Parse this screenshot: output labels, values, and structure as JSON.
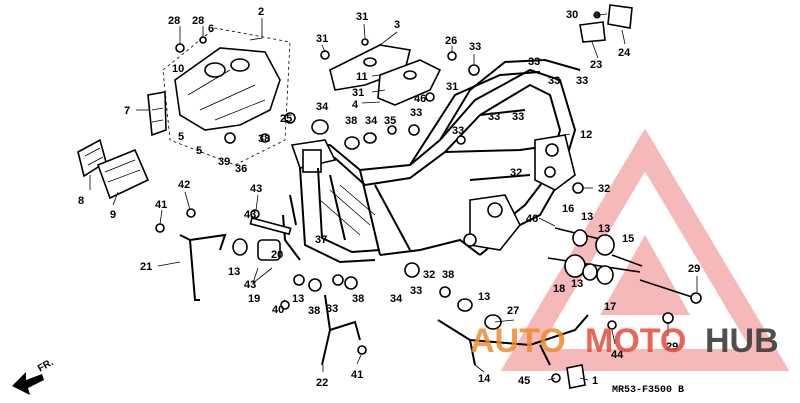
{
  "diagram": {
    "code": "MR53-F3500 B",
    "direction_label": "FR.",
    "callouts": [
      {
        "id": "c28a",
        "text": "28"
      },
      {
        "id": "c28b",
        "text": "28"
      },
      {
        "id": "c6",
        "text": "6"
      },
      {
        "id": "c10",
        "text": "10"
      },
      {
        "id": "c2",
        "text": "2"
      },
      {
        "id": "c7",
        "text": "7"
      },
      {
        "id": "c5a",
        "text": "5"
      },
      {
        "id": "c5b",
        "text": "5"
      },
      {
        "id": "c39",
        "text": "39"
      },
      {
        "id": "c36",
        "text": "36"
      },
      {
        "id": "c38a",
        "text": "38"
      },
      {
        "id": "c25",
        "text": "25"
      },
      {
        "id": "c31a",
        "text": "31"
      },
      {
        "id": "c3",
        "text": "3"
      },
      {
        "id": "c31b",
        "text": "31"
      },
      {
        "id": "c11",
        "text": "11"
      },
      {
        "id": "c31c",
        "text": "31"
      },
      {
        "id": "c4",
        "text": "4"
      },
      {
        "id": "c26",
        "text": "26"
      },
      {
        "id": "c33a",
        "text": "33"
      },
      {
        "id": "c46a",
        "text": "46"
      },
      {
        "id": "c31d",
        "text": "31"
      },
      {
        "id": "c34a",
        "text": "34"
      },
      {
        "id": "c38b",
        "text": "38"
      },
      {
        "id": "c34b",
        "text": "34"
      },
      {
        "id": "c35",
        "text": "35"
      },
      {
        "id": "c33b",
        "text": "33"
      },
      {
        "id": "c33c",
        "text": "33"
      },
      {
        "id": "c33d",
        "text": "33"
      },
      {
        "id": "c33e",
        "text": "33"
      },
      {
        "id": "c33f",
        "text": "33"
      },
      {
        "id": "c33g",
        "text": "33"
      },
      {
        "id": "c30",
        "text": "30"
      },
      {
        "id": "c24",
        "text": "24"
      },
      {
        "id": "c23",
        "text": "23"
      },
      {
        "id": "c33h",
        "text": "33"
      },
      {
        "id": "c12",
        "text": "12"
      },
      {
        "id": "c8",
        "text": "8"
      },
      {
        "id": "c9",
        "text": "9"
      },
      {
        "id": "c42",
        "text": "42"
      },
      {
        "id": "c41a",
        "text": "41"
      },
      {
        "id": "c43a",
        "text": "43"
      },
      {
        "id": "c43b",
        "text": "43"
      },
      {
        "id": "c37",
        "text": "37"
      },
      {
        "id": "c32a",
        "text": "32"
      },
      {
        "id": "c32b",
        "text": "32"
      },
      {
        "id": "c46b",
        "text": "46"
      },
      {
        "id": "c16",
        "text": "16"
      },
      {
        "id": "c13a",
        "text": "13"
      },
      {
        "id": "c13b",
        "text": "13"
      },
      {
        "id": "c15",
        "text": "15"
      },
      {
        "id": "c21",
        "text": "21"
      },
      {
        "id": "c13c",
        "text": "13"
      },
      {
        "id": "c20",
        "text": "20"
      },
      {
        "id": "c43c",
        "text": "43"
      },
      {
        "id": "c19",
        "text": "19"
      },
      {
        "id": "c13d",
        "text": "13"
      },
      {
        "id": "c38c",
        "text": "38"
      },
      {
        "id": "c33i",
        "text": "33"
      },
      {
        "id": "c38d",
        "text": "38"
      },
      {
        "id": "c32c",
        "text": "32"
      },
      {
        "id": "c38e",
        "text": "38"
      },
      {
        "id": "c34c",
        "text": "34"
      },
      {
        "id": "c33j",
        "text": "33"
      },
      {
        "id": "c40",
        "text": "40"
      },
      {
        "id": "c13e",
        "text": "13"
      },
      {
        "id": "c18",
        "text": "18"
      },
      {
        "id": "c13f",
        "text": "13"
      },
      {
        "id": "c17",
        "text": "17"
      },
      {
        "id": "c29a",
        "text": "29"
      },
      {
        "id": "c29b",
        "text": "29"
      },
      {
        "id": "c27",
        "text": "27"
      },
      {
        "id": "c44",
        "text": "44"
      },
      {
        "id": "c22",
        "text": "22"
      },
      {
        "id": "c41b",
        "text": "41"
      },
      {
        "id": "c14",
        "text": "14"
      },
      {
        "id": "c45",
        "text": "45"
      },
      {
        "id": "c1",
        "text": "1"
      }
    ]
  },
  "watermark": {
    "part1": "AUTO",
    "part2": "MOTO",
    "part3": "HUB",
    "triangle_color": "#f08080"
  }
}
